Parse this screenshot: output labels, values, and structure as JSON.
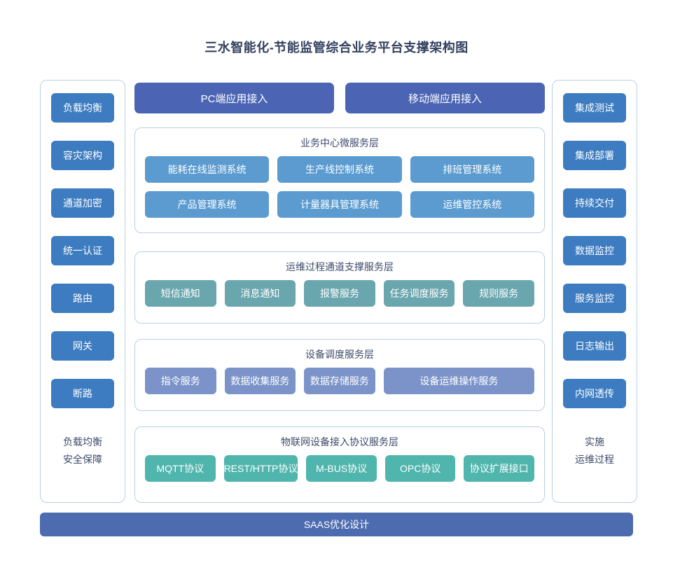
{
  "page": {
    "title": "三水智能化-节能监管综合业务平台支撑架构图",
    "background": "#ffffff"
  },
  "colors": {
    "title_text": "#33415e",
    "panel_border": "#b9cfe6",
    "side_button": "#3d7cc0",
    "access_button": "#4b65b4",
    "business_chip": "#5b9bd0",
    "ops_chip": "#6aa6ae",
    "device_chip": "#7b93c9",
    "iot_chip": "#4fb5ad",
    "bottom_bar": "#4d6cb0",
    "layer_title_text": "#3d4a6b"
  },
  "left_column": {
    "items": [
      {
        "label": "负载均衡"
      },
      {
        "label": "容灾架构"
      },
      {
        "label": "通道加密"
      },
      {
        "label": "统一认证"
      },
      {
        "label": "路由"
      },
      {
        "label": "网关"
      },
      {
        "label": "断路"
      }
    ],
    "footer": {
      "line1": "负载均衡",
      "line2": "安全保障"
    }
  },
  "right_column": {
    "items": [
      {
        "label": "集成测试"
      },
      {
        "label": "集成部署"
      },
      {
        "label": "持续交付"
      },
      {
        "label": "数据监控"
      },
      {
        "label": "服务监控"
      },
      {
        "label": "日志输出"
      },
      {
        "label": "内网透传"
      }
    ],
    "footer": {
      "line1": "实施",
      "line2": "运维过程"
    }
  },
  "access": {
    "buttons": [
      {
        "label": "PC端应用接入"
      },
      {
        "label": "移动端应用接入"
      }
    ]
  },
  "layers": [
    {
      "id": "business",
      "title": "业务中心微服务层",
      "rows": [
        [
          {
            "label": "能耗在线监测系统"
          },
          {
            "label": "生产线控制系统"
          },
          {
            "label": "排班管理系统"
          }
        ],
        [
          {
            "label": "产品管理系统"
          },
          {
            "label": "计量器具管理系统"
          },
          {
            "label": "运维管控系统"
          }
        ]
      ]
    },
    {
      "id": "ops",
      "title": "运维过程通道支撑服务层",
      "rows": [
        [
          {
            "label": "短信通知"
          },
          {
            "label": "消息通知"
          },
          {
            "label": "报警服务"
          },
          {
            "label": "任务调度服务"
          },
          {
            "label": "规则服务"
          }
        ]
      ]
    },
    {
      "id": "device",
      "title": "设备调度服务层",
      "rows": [
        [
          {
            "label": "指令服务"
          },
          {
            "label": "数据收集服务"
          },
          {
            "label": "数据存储服务"
          },
          {
            "label": "设备运维操作服务"
          }
        ]
      ]
    },
    {
      "id": "iot",
      "title": "物联网设备接入协议服务层",
      "rows": [
        [
          {
            "label": "MQTT协议"
          },
          {
            "label": "REST/HTTP协议"
          },
          {
            "label": "M-BUS协议"
          },
          {
            "label": "OPC协议"
          },
          {
            "label": "协议扩展接口"
          }
        ]
      ]
    }
  ],
  "bottom_bar": {
    "label": "SAAS优化设计"
  }
}
